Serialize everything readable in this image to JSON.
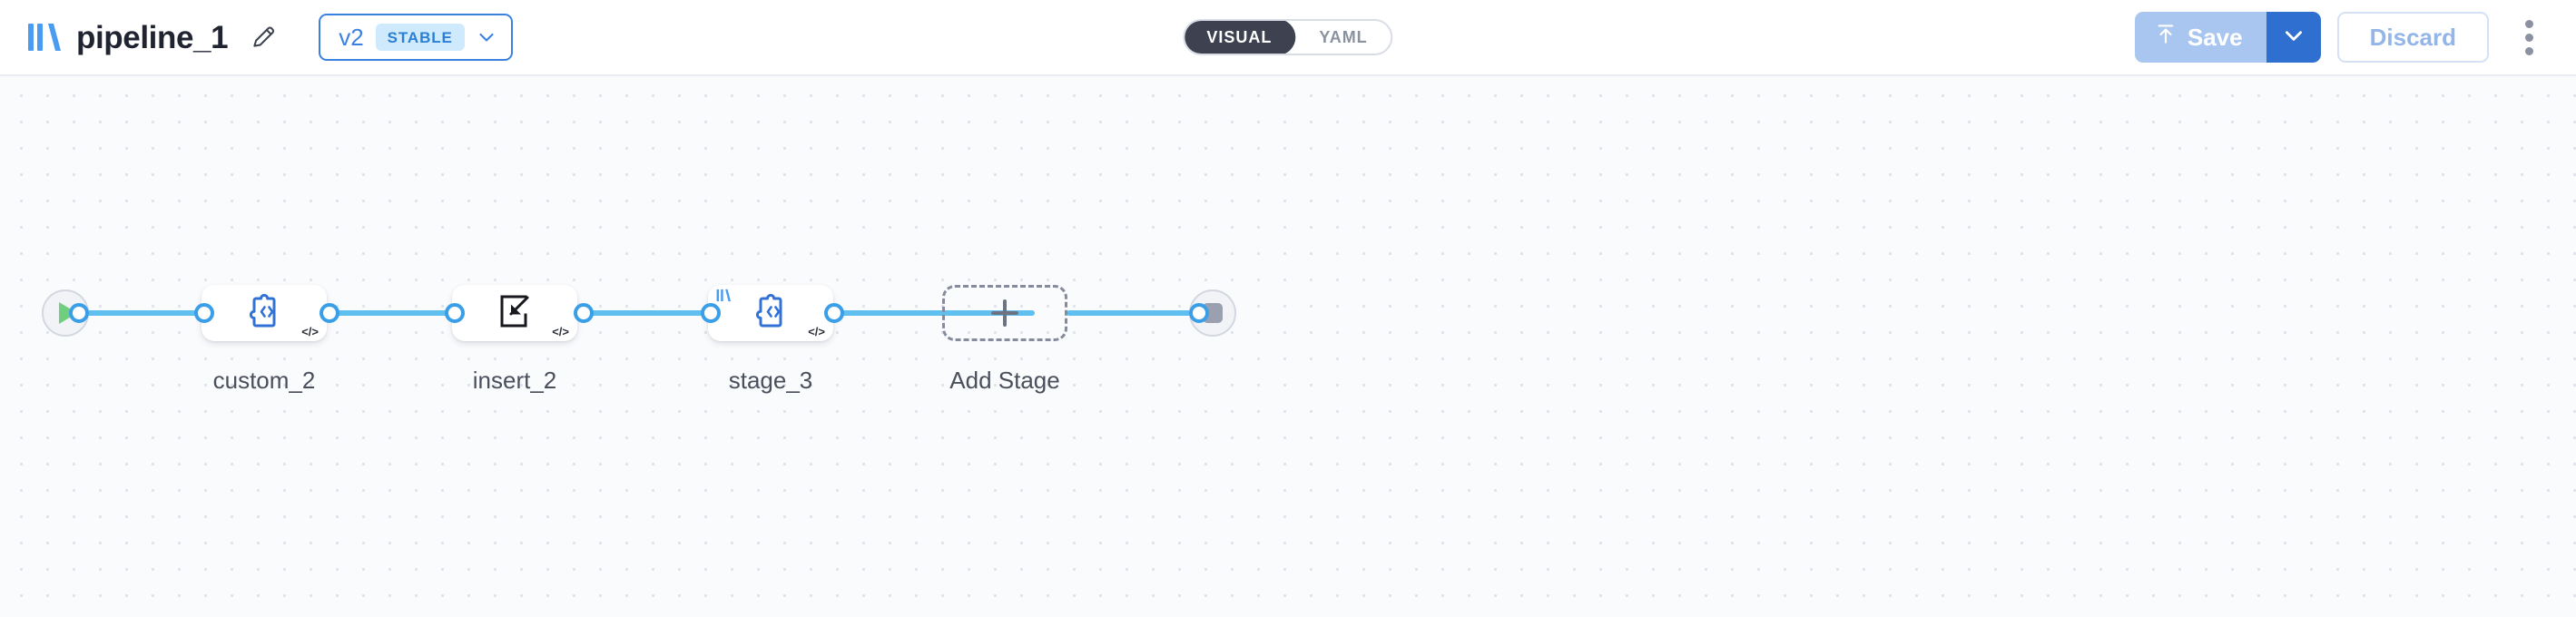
{
  "header": {
    "logo_icon": "library-bars-logo",
    "title": "pipeline_1",
    "edit_icon": "pencil-icon",
    "version": {
      "label": "v2",
      "badge": "STABLE",
      "chevron_icon": "chevron-down-icon"
    },
    "view_toggle": {
      "options": [
        "VISUAL",
        "YAML"
      ],
      "selected": "VISUAL"
    },
    "actions": {
      "save_label": "Save",
      "save_icon": "upload-arrow-icon",
      "save_caret_icon": "chevron-down-icon",
      "discard_label": "Discard",
      "more_icon": "kebab-menu-icon"
    }
  },
  "canvas": {
    "start_node": {
      "name": "start",
      "icon": "play-icon"
    },
    "end_node": {
      "name": "end",
      "icon": "stop-icon"
    },
    "stages": [
      {
        "label": "custom_2",
        "icon": "puzzle-code-icon",
        "badge": "</>",
        "has_logo_badge": false
      },
      {
        "label": "insert_2",
        "icon": "insert-arrow-icon",
        "badge": "</>",
        "has_logo_badge": false
      },
      {
        "label": "stage_3",
        "icon": "puzzle-code-icon",
        "badge": "</>",
        "has_logo_badge": true
      }
    ],
    "add_stage": {
      "label": "Add Stage",
      "icon": "plus-icon"
    }
  },
  "colors": {
    "accent_blue": "#3b82e0",
    "wire_blue": "#5fc0ef",
    "port_blue": "#3b9fe8",
    "badge_bg": "#cfeafc",
    "save_disabled": "#a8c6ef",
    "save_caret": "#2f6fd0",
    "toggle_active": "#3d4150",
    "canvas_bg": "#fafbfd",
    "start_green": "#6fcf7f",
    "stop_gray": "#9aa0b0"
  }
}
